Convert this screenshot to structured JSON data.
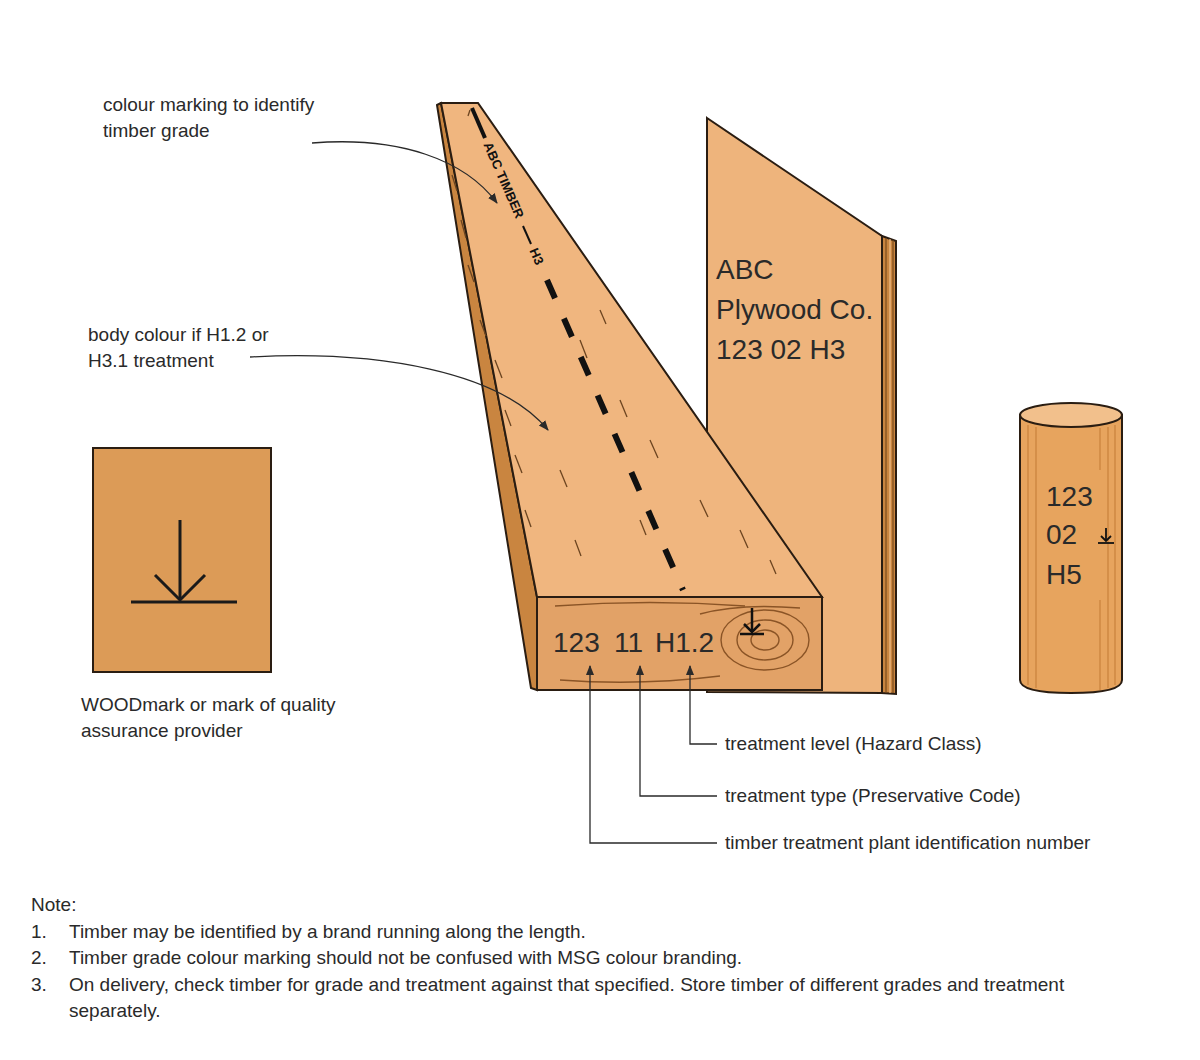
{
  "diagram": {
    "labels": [
      "colour marking to identify timber grade",
      "ABC TIMBER",
      "H3",
      "ABC",
      "Plywood Co.",
      "123 02 H3",
      "body colour if H1.2 or H3.1 treatment",
      "123",
      "02",
      "H5",
      "WOODmark or mark of quality assurance provider",
      "123",
      "11",
      "H1.2",
      "treatment level (Hazard Class)",
      "treatment type (Preservative Code)",
      "timber treatment plant identification number",
      "Note:",
      "1.",
      "Timber may be identified by a brand running along the length.",
      "2.",
      "Timber grade colour marking should not be confused with MSG colour branding.",
      "3.",
      "On delivery, check timber for grade and treatment against that specified. Store timber of different grades and treatment separately."
    ]
  }
}
